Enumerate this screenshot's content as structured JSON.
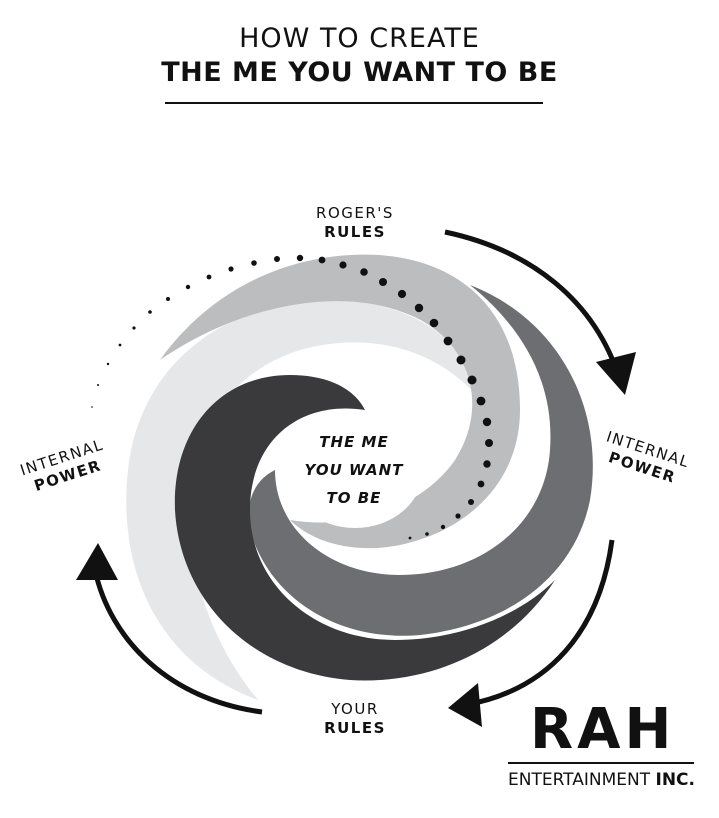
{
  "title": {
    "line1": "HOW TO CREATE",
    "line2": "THE ME YOU WANT TO BE"
  },
  "labels": {
    "top": {
      "line1": "ROGER'S",
      "line2": "RULES"
    },
    "right": {
      "line1": "INTERNAL",
      "line2": "POWER"
    },
    "bottom": {
      "line1": "YOUR",
      "line2": "RULES"
    },
    "left": {
      "line1": "INTERNAL",
      "line2": "POWER"
    }
  },
  "center": {
    "line1": "THE ME",
    "line2": "YOU WANT",
    "line3": "TO BE"
  },
  "logo": {
    "main": "RAH",
    "sub_light": "ENTERTAINMENT",
    "sub_bold": "INC."
  },
  "colors": {
    "swirl_light": "#e6e7e8",
    "swirl_mid": "#bcbdbf",
    "swirl_gray": "#6d6e71",
    "swirl_dark": "#3a3a3c",
    "ink": "#111111"
  }
}
